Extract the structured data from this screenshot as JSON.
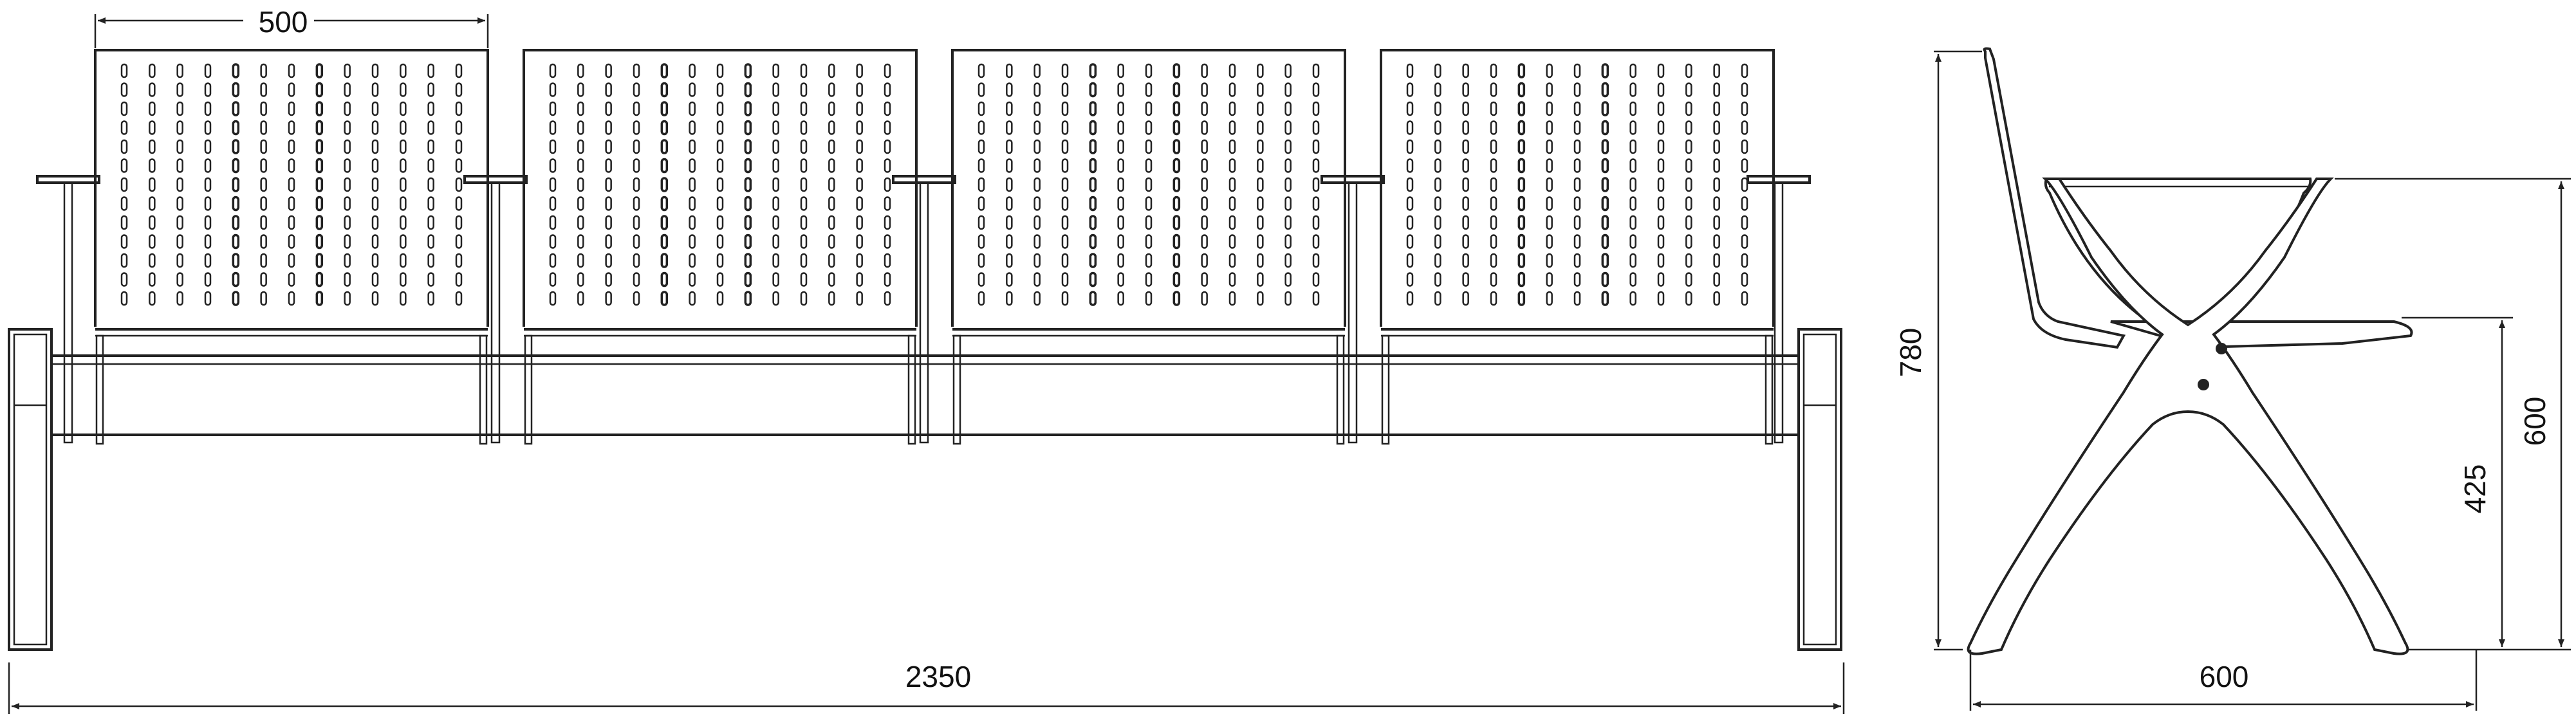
{
  "dimensions": {
    "seat_width": "500",
    "total_length": "2350",
    "height_total": "780",
    "armrest_height": "600",
    "seat_height": "425",
    "depth": "600"
  },
  "colors": {
    "line": "#222222",
    "background": "#ffffff"
  }
}
